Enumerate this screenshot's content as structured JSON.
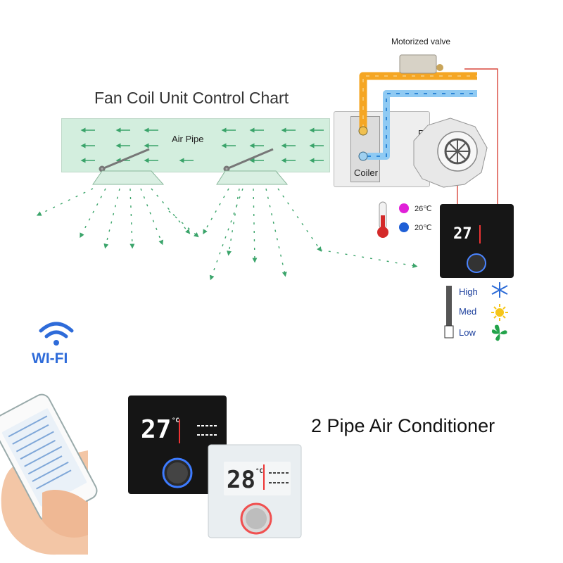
{
  "title": "Fan Coil Unit Control Chart",
  "labels": {
    "air_pipe": "Air Pipe",
    "coiler": "Coiler",
    "fan": "Fan",
    "motorized_valve": "Motorized valve",
    "temp_hot": "26℃",
    "temp_cold": "20℃",
    "speed_high": "High",
    "speed_med": "Med",
    "speed_low": "Low",
    "wifi": "WI-FI",
    "product": "2 Pipe Air Conditioner"
  },
  "thermostat": {
    "dark_reading": "27",
    "dark_unit": "°C",
    "light_reading": "28",
    "light_unit": "°C",
    "small_reading": "27"
  },
  "colors": {
    "hot_pipe": "#f5a623",
    "cold_pipe": "#4da6e8",
    "air_flow": "#3aa46a",
    "control_wire": "#d9463b",
    "hot_dot": "#e020d8",
    "cold_dot": "#1f5fd6",
    "wifi": "#2e6bd9"
  },
  "icons": [
    "snowflake-icon",
    "sun-icon",
    "fan-icon",
    "wifi-icon",
    "thermometer-icon"
  ]
}
